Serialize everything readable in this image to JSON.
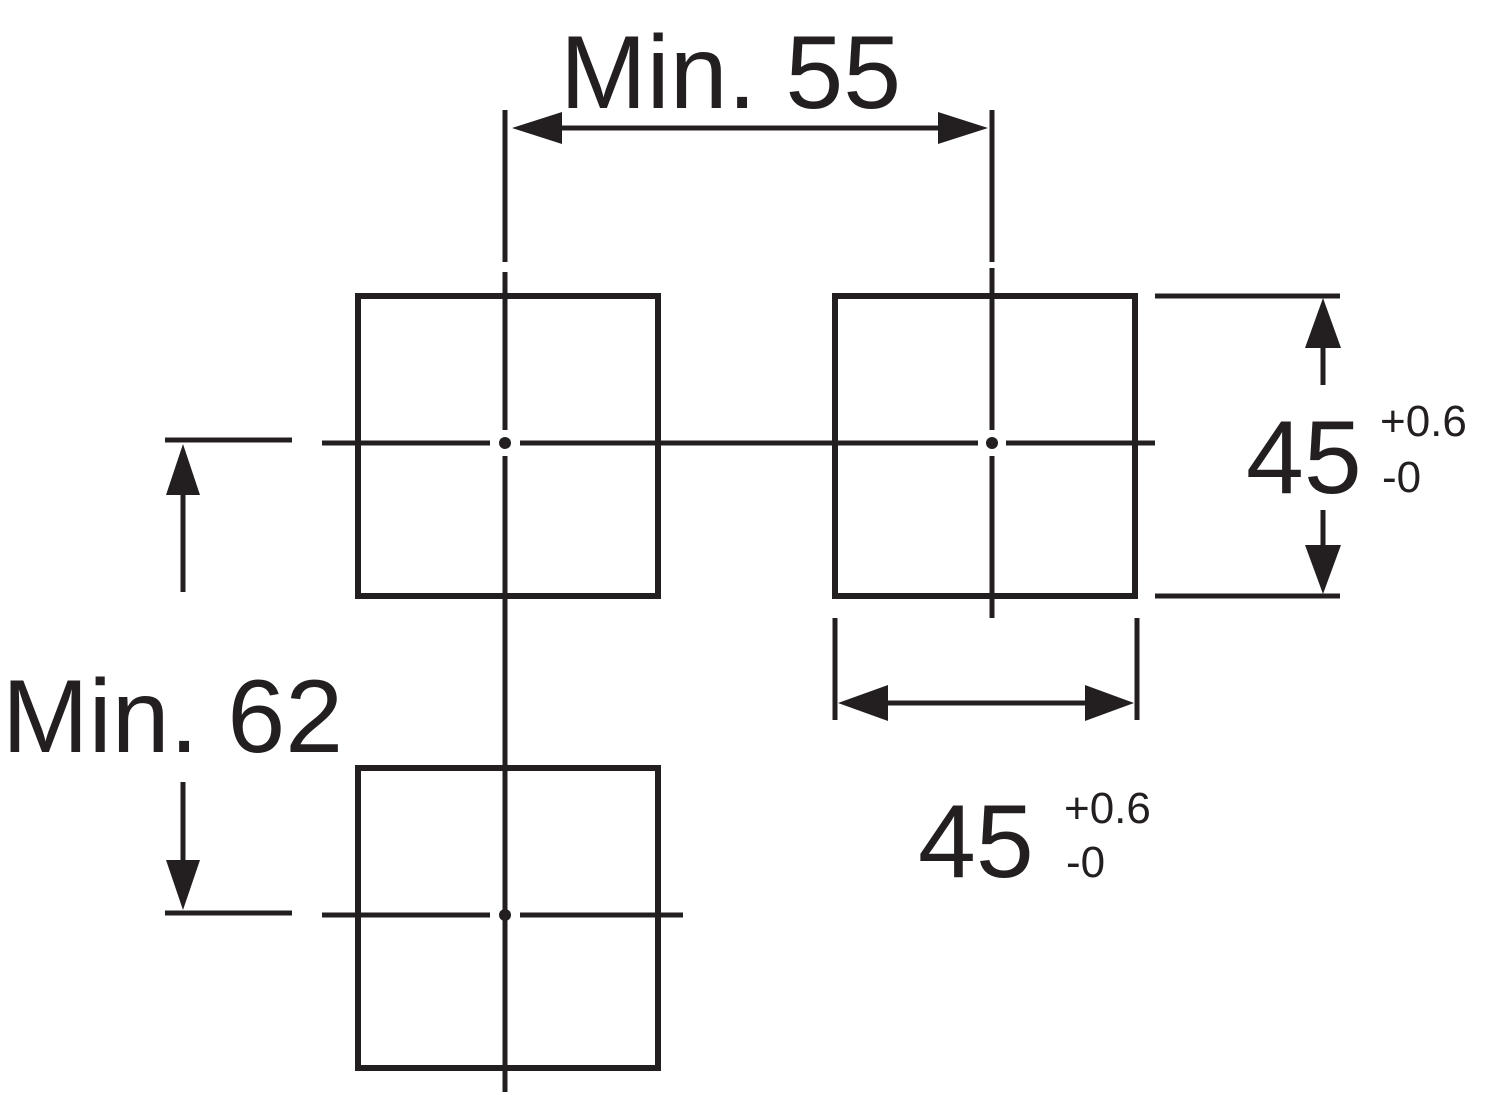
{
  "dimensions": {
    "horizontal_spacing": {
      "label": "Min. 55"
    },
    "vertical_spacing": {
      "label": "Min. 62"
    },
    "cutout_height": {
      "value": "45",
      "tol_upper": "+0.6",
      "tol_lower": "-0"
    },
    "cutout_width": {
      "value": "45",
      "tol_upper": "+0.6",
      "tol_lower": "-0"
    }
  },
  "colors": {
    "ink": "#231f20",
    "background": "#ffffff"
  }
}
